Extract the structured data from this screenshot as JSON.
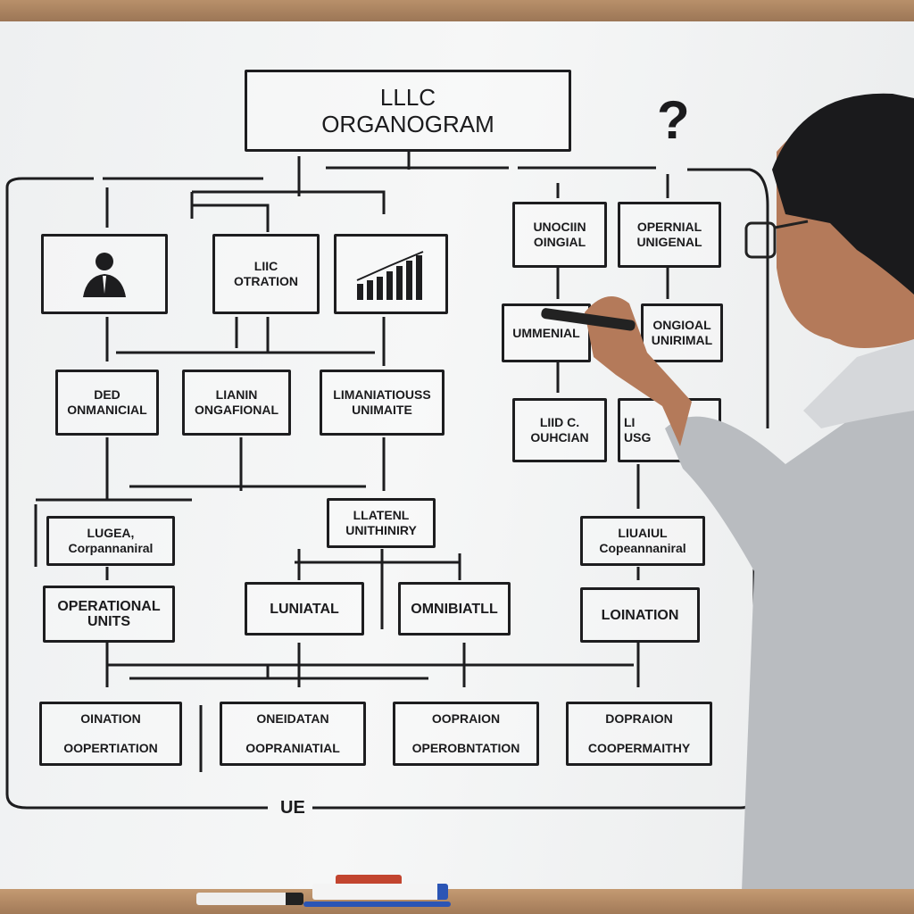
{
  "title": {
    "line1": "LLLC",
    "line2": "ORGANOGRAM"
  },
  "question_mark": "?",
  "bottom_label": "UE",
  "row1": [
    {
      "line1": "",
      "line2": ""
    },
    {
      "line1": "LIIC",
      "line2": "OTRATION"
    },
    {
      "line1": "",
      "line2": ""
    }
  ],
  "right_row1": [
    {
      "line1": "UNOCIIN",
      "line2": "OINGIAL"
    },
    {
      "line1": "OPERNIAL",
      "line2": "UNIGENAL"
    }
  ],
  "right_row2": [
    {
      "line1": "UMMENIAL",
      "line2": ""
    },
    {
      "line1": "ONGIOAL",
      "line2": "UNIRIMAL"
    }
  ],
  "row2": [
    {
      "line1": "DED",
      "line2": "ONMANICIAL"
    },
    {
      "line1": "LIANIN",
      "line2": "ONGAFIONAL"
    },
    {
      "line1": "LIMANIATIOUSS",
      "line2": "UNIMAITE"
    }
  ],
  "right_row3": [
    {
      "line1": "LIID C.",
      "line2": "OUHCIAN"
    },
    {
      "line1": "LI",
      "line2": "USG"
    }
  ],
  "row3": [
    {
      "line1": "LUGEA,",
      "line2": "Corpannaniral"
    },
    {
      "line1": "LLATENL",
      "line2": "UNITHINIRY"
    },
    {
      "line1": "LIUAIUL",
      "line2": "Copeannaniral"
    }
  ],
  "row4": [
    {
      "line1": "OPERATIONAL",
      "line2": "UNITS"
    },
    {
      "line1": "LUNIATAL",
      "line2": ""
    },
    {
      "line1": "OMNIBIATLL",
      "line2": ""
    },
    {
      "line1": "LOINATION",
      "line2": ""
    }
  ],
  "row5": [
    {
      "line1": "OINATION",
      "line2": "OOPERTIATION"
    },
    {
      "line1": "ONEIDATAN",
      "line2": "OOPRANIATIAL"
    },
    {
      "line1": "OOPRAION",
      "line2": "OPEROBNTATION"
    },
    {
      "line1": "DOPRAION",
      "line2": "COOPERMAITHY"
    }
  ],
  "colors": {
    "ink": "#1d1d1f",
    "board": "#f2f3f4",
    "frame": "#b08660",
    "shirt": "#b9bcc0",
    "skin": "#b47a5a",
    "hair": "#1a1a1c"
  },
  "icons": [
    "person-icon",
    "bar-chart-icon"
  ]
}
